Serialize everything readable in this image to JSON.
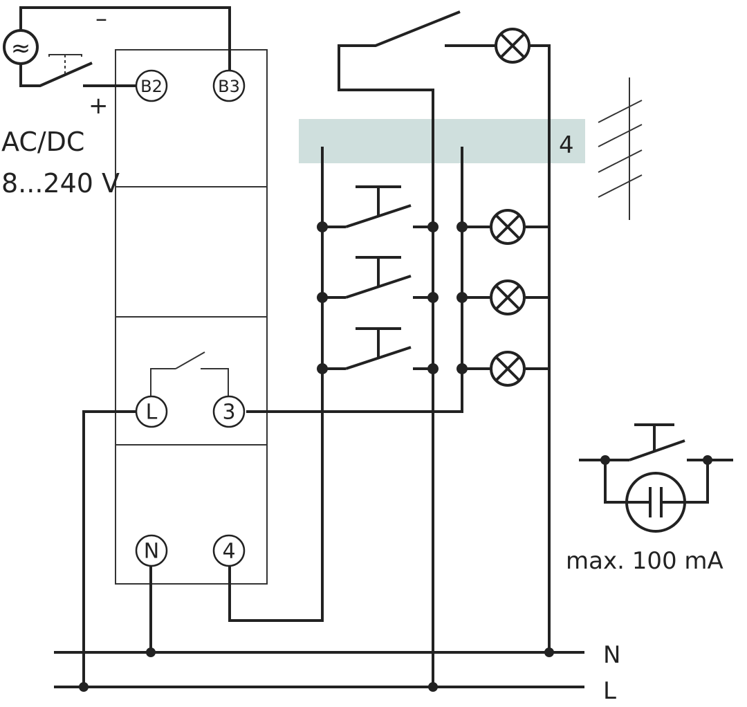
{
  "supply": {
    "minus": "–",
    "plus": "+",
    "type": "AC/DC",
    "range": "8...240 V",
    "symbol": "≈"
  },
  "terminals": {
    "b2": "B2",
    "b3": "B3",
    "l": "L",
    "t3": "3",
    "n": "N",
    "t4": "4"
  },
  "wire_count": "4",
  "glow_lamp_note": "max. 100 mA",
  "busbars": {
    "neutral": "N",
    "line": "L"
  },
  "colors": {
    "wire": "#222222",
    "device_outline": "#333333",
    "cable_band": "#cfdfdd"
  }
}
